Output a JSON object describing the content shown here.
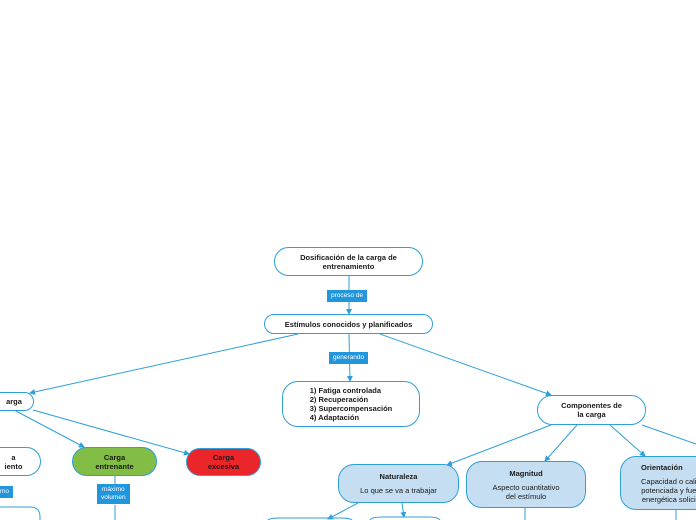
{
  "nodes": {
    "root": {
      "title": "Dosificación de la carga de\nentrenamiento"
    },
    "estimulos": {
      "title": "Estímulos conocidos y planificados"
    },
    "proceso_list": {
      "title": "1) Fatiga controlada\n2) Recuperación\n3) Supercompensación\n4) Adaptación"
    },
    "carga_left": {
      "title": "arga"
    },
    "left_partial": {
      "title": "a\niento"
    },
    "carga_entrenante": {
      "title": "Carga\nentrenante"
    },
    "carga_excesiva": {
      "title": "Carga\nexcesiva"
    },
    "componentes": {
      "title": "Componentes de\nla carga"
    },
    "naturaleza": {
      "title": "Naturaleza",
      "subtitle": "Lo que se va a trabajar"
    },
    "magnitud": {
      "title": "Magnitud",
      "subtitle": "Aspecto cuantitativo\ndel estímulo"
    },
    "orientacion": {
      "title": "Orientación",
      "subtitle": "Capacidad o cali\npotenciada y fue\nenergética solici"
    }
  },
  "tags": {
    "proceso_de": "proceso de",
    "generando": "generando",
    "maximo_volumen": "máximo\nvolumen",
    "left_tag": "mo"
  },
  "colors": {
    "line": "#2e9fd9",
    "tag_bg": "#2196dd",
    "node_blue": "#c5def2",
    "node_green": "#82bd45",
    "node_red": "#ea262b"
  }
}
